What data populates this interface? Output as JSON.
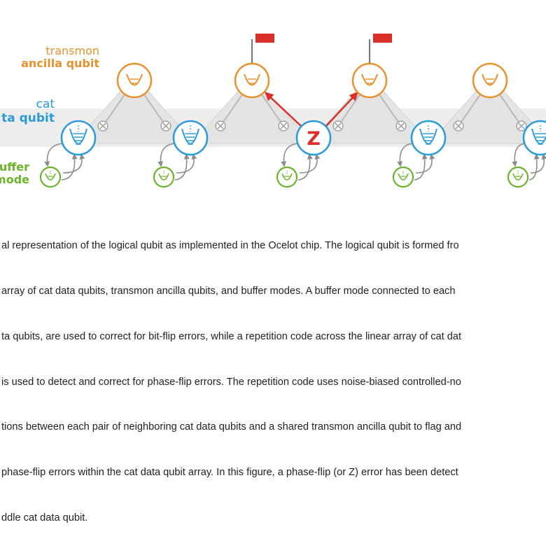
{
  "labels": {
    "transmon_line1": "transmon",
    "transmon_line2": "ancilla qubit",
    "cat_line1": "cat",
    "cat_line2": "ta qubit",
    "buffer_line1": "buffer",
    "buffer_line2": "mode",
    "error_letter": "Z"
  },
  "colors": {
    "transmon": "#e8922e",
    "cat": "#2a9bd6",
    "buffer": "#6ab42b",
    "error": "#d9312a",
    "flag": "#d9312a"
  },
  "icons": [
    "transmon-qubit-icon",
    "cat-qubit-icon",
    "buffer-mode-icon",
    "coupler-icon",
    "flag-icon"
  ],
  "caption": {
    "lines": [
      "al representation of the logical qubit as implemented in the Ocelot chip. The logical qubit is formed fro",
      "array of cat data qubits, transmon ancilla qubits, and buffer modes. A buffer mode connected to each",
      "ta qubits, are used to correct for bit-flip errors, while a repetition code across the linear array of cat dat",
      "is used to detect and correct for phase-flip errors. The repetition code uses noise-biased controlled-no",
      "tions between each pair of neighboring cat data qubits and a shared transmon ancilla qubit to flag and",
      "phase-flip errors within the cat data qubit array. In this figure, a phase-flip (or Z) error has been detect",
      "ddle cat data qubit."
    ]
  }
}
